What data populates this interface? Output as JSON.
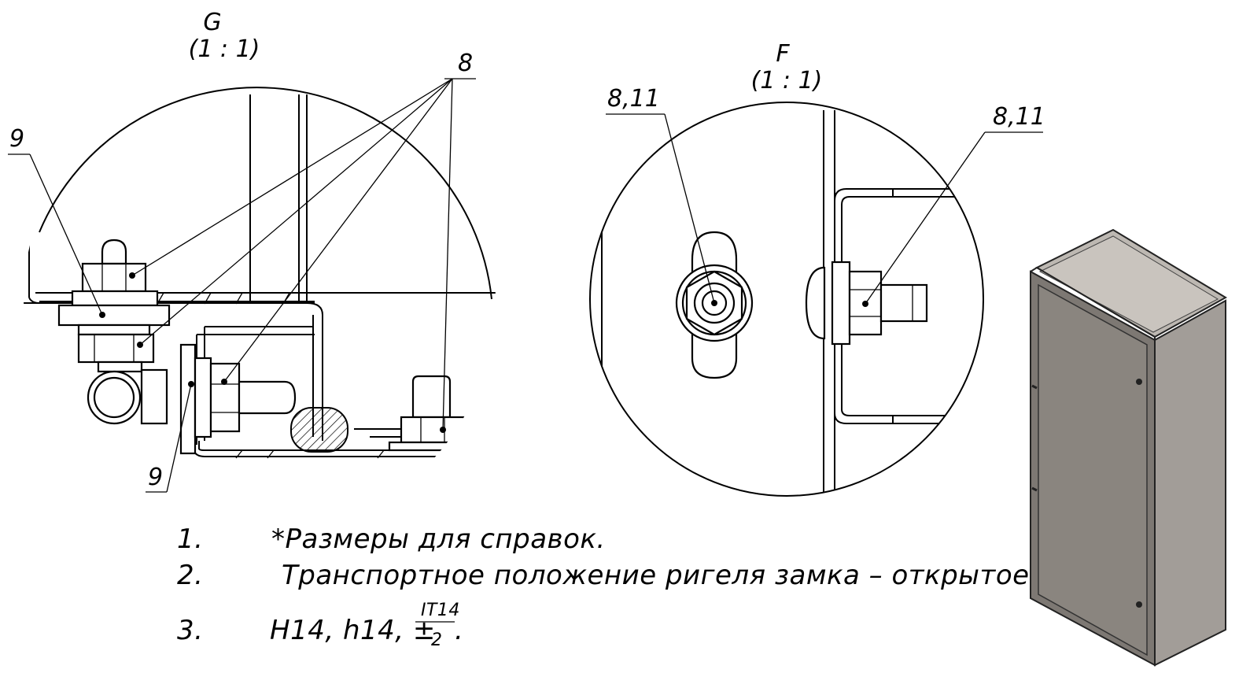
{
  "views": {
    "g": {
      "letter": "G",
      "scale": "(1 : 1)"
    },
    "f": {
      "letter": "F",
      "scale": "(1 : 1)"
    }
  },
  "callouts": {
    "g_top_8": "8",
    "g_left_9": "9",
    "g_bottom_9": "9",
    "f_left": "8,11",
    "f_right": "8,11"
  },
  "notes": [
    {
      "num": "1.",
      "text": "*Размеры для справок."
    },
    {
      "num": "2.",
      "text": "Транспортное положение ригеля замка – открытое."
    },
    {
      "num": "3.",
      "text": "H14, h14, ±",
      "frac_num": "IT14",
      "frac_den": "2",
      "suffix": "."
    }
  ],
  "colors": {
    "line": "#000000",
    "cabinet_front": "#7d7873",
    "cabinet_side": "#a29d98",
    "cabinet_top": "#bdb8b2"
  }
}
